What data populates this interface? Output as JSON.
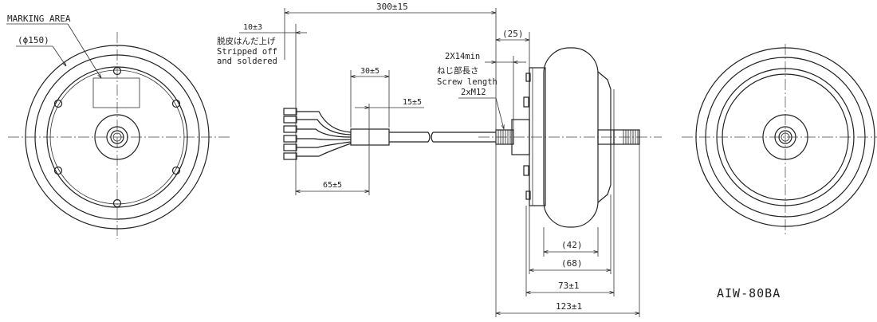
{
  "labels": {
    "marking_area": "MARKING AREA",
    "diameter": "(ϕ150)",
    "stripped_jp": "脱皮はんだ上げ",
    "stripped_en1": "Stripped off",
    "stripped_en2": "and soldered",
    "screw_len_dim": "2X14min",
    "screw_len_jp": "ねじ部長さ",
    "screw_len_en": "Screw length",
    "thread": "2xM12",
    "model": "AIW-80BA"
  },
  "dimensions": {
    "cable_total": "300±15",
    "strip": "10±3",
    "tube_pos": "30±5",
    "tube_len": "15±5",
    "cable_65": "65±5",
    "shaft_25": "(25)",
    "d42": "(42)",
    "d68": "(68)",
    "d73": "73±1",
    "d123": "123±1"
  }
}
